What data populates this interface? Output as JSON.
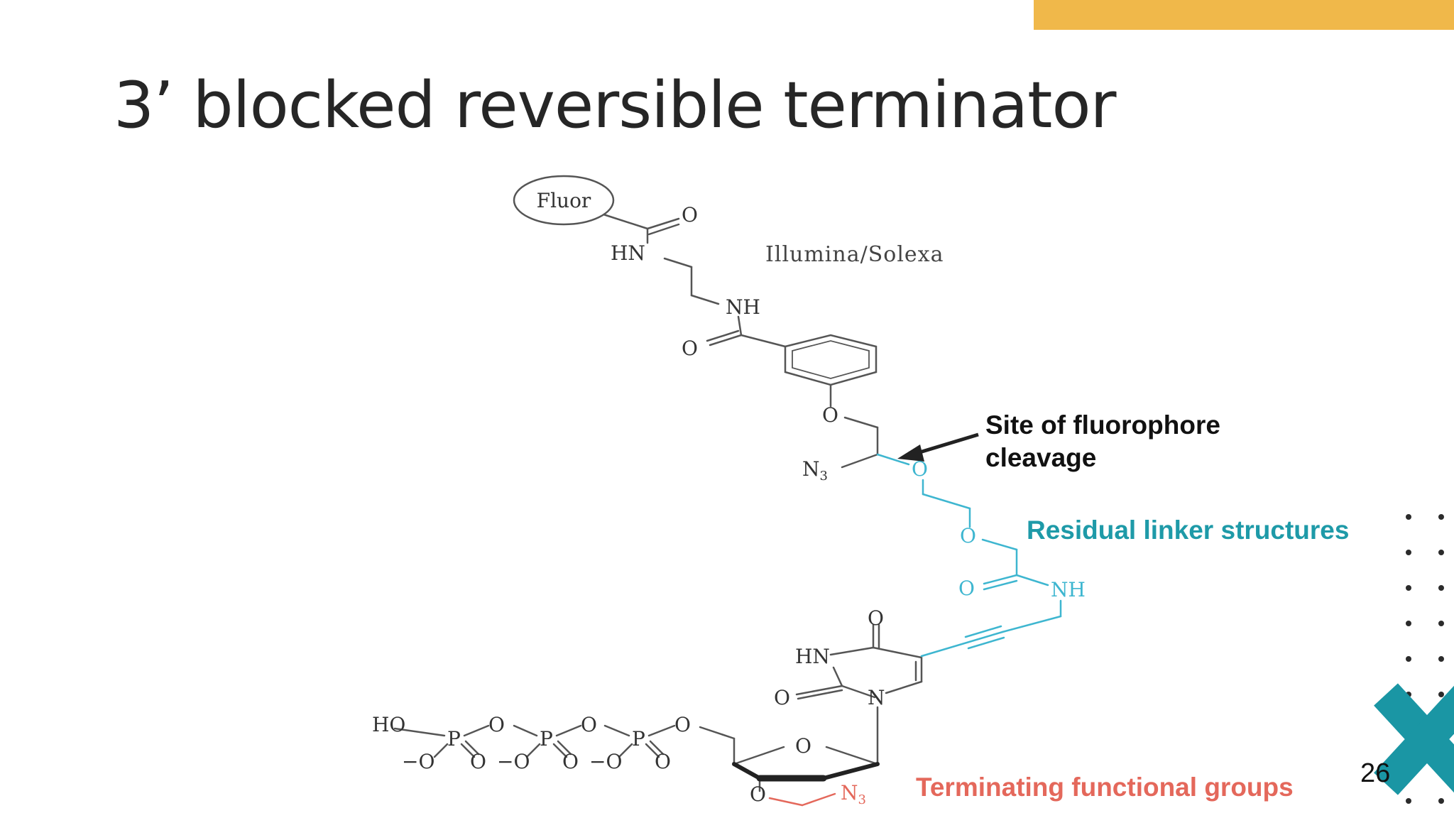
{
  "slide": {
    "title": "3’ blocked reversible terminator",
    "page_number": "26"
  },
  "diagram": {
    "source_label": "Illumina/Solexa",
    "fluor_label": "Fluor",
    "atoms": {
      "o": "O",
      "hn": "HN",
      "nh": "NH",
      "n": "N",
      "n3_base": "N",
      "n3_sub": "3",
      "p": "P",
      "ho": "HO",
      "o_minus": "−O"
    }
  },
  "callouts": {
    "cleavage_line1": "Site of fluorophore",
    "cleavage_line2": "cleavage",
    "linker": "Residual linker structures",
    "terminating": "Terminating functional groups"
  },
  "colors": {
    "accent": "#F0B84A",
    "linker": "#3EB6D0",
    "terminating": "#E4685B",
    "callout_teal": "#1E9AA8",
    "logo_teal": "#1A96A4"
  }
}
